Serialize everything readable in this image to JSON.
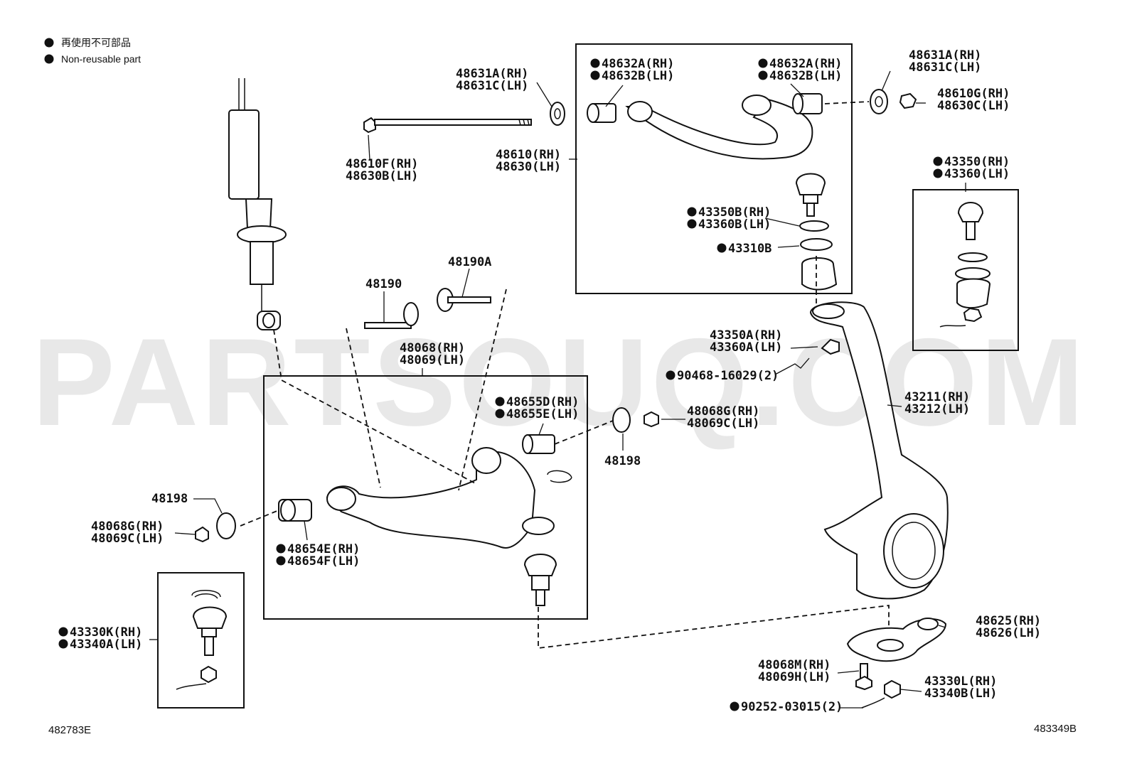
{
  "legend": {
    "jp": "再使用不可部品",
    "en": "Non-reusable part"
  },
  "watermark": "PARTSOUQ.COM",
  "codes": {
    "left": "482783E",
    "right": "483349B"
  },
  "labels": [
    {
      "id": "p48631A_top_mid",
      "lines": [
        "48631A(RH)",
        "48631C(LH)"
      ],
      "np": false
    },
    {
      "id": "p48610F",
      "lines": [
        "48610F(RH)",
        "48630B(LH)"
      ],
      "np": false
    },
    {
      "id": "p48610",
      "lines": [
        "48610(RH)",
        "48630(LH)"
      ],
      "np": false
    },
    {
      "id": "p48632_left",
      "lines": [
        "48632A(RH)",
        "48632B(LH)"
      ],
      "np": true
    },
    {
      "id": "p48632_right",
      "lines": [
        "48632A(RH)",
        "48632B(LH)"
      ],
      "np": true
    },
    {
      "id": "p48631A_right",
      "lines": [
        "48631A(RH)",
        "48631C(LH)"
      ],
      "np": false
    },
    {
      "id": "p48610G",
      "lines": [
        "48610G(RH)",
        "48630C(LH)"
      ],
      "np": false
    },
    {
      "id": "p43350B",
      "lines": [
        "43350B(RH)",
        "43360B(LH)"
      ],
      "np": true
    },
    {
      "id": "p43310B",
      "lines": [
        "43310B"
      ],
      "np": true
    },
    {
      "id": "p43350_box",
      "lines": [
        "43350(RH)",
        "43360(LH)"
      ],
      "np": true
    },
    {
      "id": "p48190",
      "lines": [
        "48190"
      ],
      "np": false
    },
    {
      "id": "p48190A",
      "lines": [
        "48190A"
      ],
      "np": false
    },
    {
      "id": "p48068_arm",
      "lines": [
        "48068(RH)",
        "48069(LH)"
      ],
      "np": false
    },
    {
      "id": "p43350A",
      "lines": [
        "43350A(RH)",
        "43360A(LH)"
      ],
      "np": false
    },
    {
      "id": "p90468",
      "lines": [
        "90468-16029(2)"
      ],
      "np": true
    },
    {
      "id": "p43211",
      "lines": [
        "43211(RH)",
        "43212(LH)"
      ],
      "np": false
    },
    {
      "id": "p48655",
      "lines": [
        "48655D(RH)",
        "48655E(LH)"
      ],
      "np": true
    },
    {
      "id": "p48068G_mid",
      "lines": [
        "48068G(RH)",
        "48069C(LH)"
      ],
      "np": false
    },
    {
      "id": "p48198_mid",
      "lines": [
        "48198"
      ],
      "np": false
    },
    {
      "id": "p48198_left",
      "lines": [
        "48198"
      ],
      "np": false
    },
    {
      "id": "p48068G_left",
      "lines": [
        "48068G(RH)",
        "48069C(LH)"
      ],
      "np": false
    },
    {
      "id": "p48654",
      "lines": [
        "48654E(RH)",
        "48654F(LH)"
      ],
      "np": true
    },
    {
      "id": "p43330K",
      "lines": [
        "43330K(RH)",
        "43340A(LH)"
      ],
      "np": true
    },
    {
      "id": "p48625",
      "lines": [
        "48625(RH)",
        "48626(LH)"
      ],
      "np": false
    },
    {
      "id": "p48068M",
      "lines": [
        "48068M(RH)",
        "48069H(LH)"
      ],
      "np": false
    },
    {
      "id": "p43330L",
      "lines": [
        "43330L(RH)",
        "43340B(LH)"
      ],
      "np": false
    },
    {
      "id": "p90252",
      "lines": [
        "90252-03015(2)"
      ],
      "np": true
    }
  ]
}
